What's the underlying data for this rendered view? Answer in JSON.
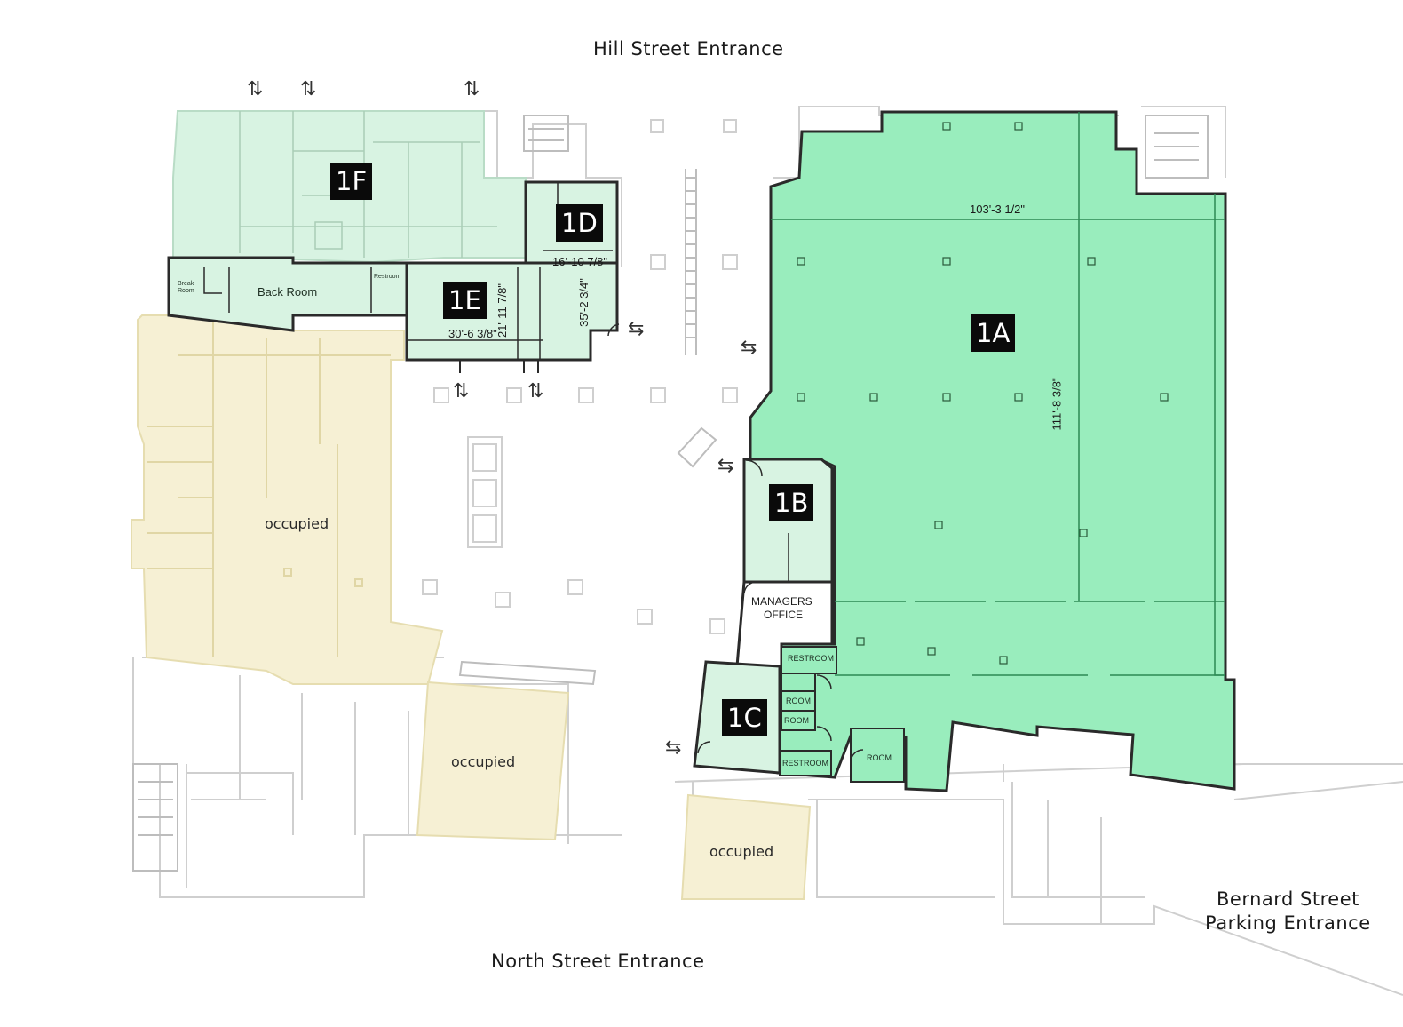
{
  "entrances": {
    "north_top": "Hill Street Entrance",
    "south": "North Street Entrance",
    "east_line1": "Bernard Street",
    "east_line2": "Parking Entrance"
  },
  "units": {
    "u1A": "1A",
    "u1B": "1B",
    "u1C": "1C",
    "u1D": "1D",
    "u1E": "1E",
    "u1F": "1F"
  },
  "occupied_label": "occupied",
  "rooms": {
    "back_room": "Back Room",
    "break_room_l1": "Break",
    "break_room_l2": "Room",
    "restroom_small": "Restroom",
    "managers_l1": "MANAGERS",
    "managers_l2": "OFFICE",
    "restroom_upper": "RESTROOM",
    "restroom_lower": "RESTROOM",
    "room_1": "ROOM",
    "room_2": "ROOM",
    "room_3": "ROOM"
  },
  "dimensions": {
    "d_1a_width": "103'-3 1/2\"",
    "d_1a_depth": "111'-8 3/8\"",
    "d_1d_width": "16'-10 7/8\"",
    "d_1d_depth": "35'-2 3/4\"",
    "d_1e_width": "30'-6 3/8\"",
    "d_1e_depth": "21'-11 7/8\""
  },
  "colors": {
    "available_bright": "#99edbd",
    "available_light": "#d8f3e2",
    "occupied": "#f6f0d4",
    "linework": "#c9c9c9",
    "dark_outline": "#2a2a2a"
  }
}
